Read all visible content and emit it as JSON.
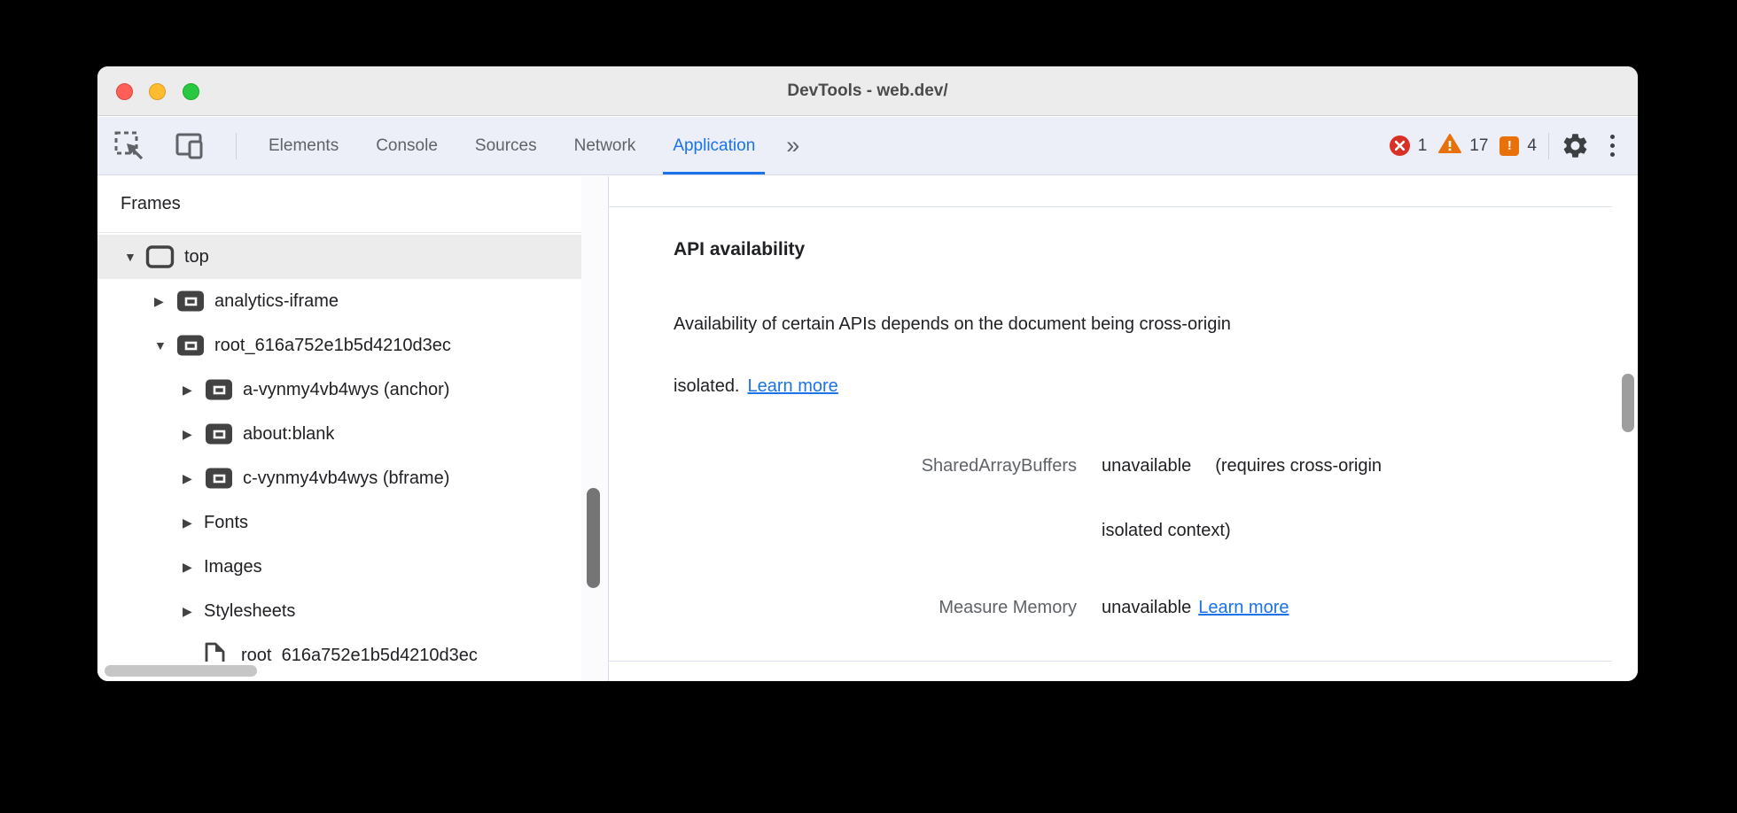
{
  "window": {
    "title": "DevTools - web.dev/"
  },
  "toolbar": {
    "tabs": [
      {
        "label": "Elements",
        "active": false
      },
      {
        "label": "Console",
        "active": false
      },
      {
        "label": "Sources",
        "active": false
      },
      {
        "label": "Network",
        "active": false
      },
      {
        "label": "Application",
        "active": true
      }
    ],
    "overflow_glyph": "»",
    "errors": {
      "count": "1"
    },
    "warnings": {
      "count": "17"
    },
    "issues": {
      "count": "4",
      "glyph": "!"
    }
  },
  "sidebar": {
    "header": "Frames",
    "tree": [
      {
        "label": "top",
        "disclosure": "▼",
        "selected": true
      },
      {
        "label": "analytics-iframe",
        "disclosure": "▶"
      },
      {
        "label": "root_616a752e1b5d4210d3ec",
        "disclosure": "▼"
      },
      {
        "label": "a-vynmy4vb4wys (anchor)",
        "disclosure": "▶"
      },
      {
        "label": "about:blank",
        "disclosure": "▶"
      },
      {
        "label": "c-vynmy4vb4wys (bframe)",
        "disclosure": "▶"
      },
      {
        "label": "Fonts",
        "disclosure": "▶"
      },
      {
        "label": "Images",
        "disclosure": "▶"
      },
      {
        "label": "Stylesheets",
        "disclosure": "▶"
      },
      {
        "label": "root_616a752e1b5d4210d3ec",
        "disclosure": ""
      }
    ]
  },
  "content": {
    "heading": "API availability",
    "paragraph_line1": "Availability of certain APIs depends on the document being cross-origin",
    "paragraph_line2": "isolated.",
    "paragraph_link": "Learn more",
    "api_rows": [
      {
        "label": "SharedArrayBuffers",
        "value": "unavailable",
        "note_line1": "(requires cross-origin",
        "note_line2": "isolated context)"
      },
      {
        "label": "Measure Memory",
        "value": "unavailable",
        "link": "Learn more"
      }
    ]
  },
  "colors": {
    "accent_blue": "#1a73e8",
    "error_red": "#d93025",
    "warning_orange": "#e8710a"
  }
}
